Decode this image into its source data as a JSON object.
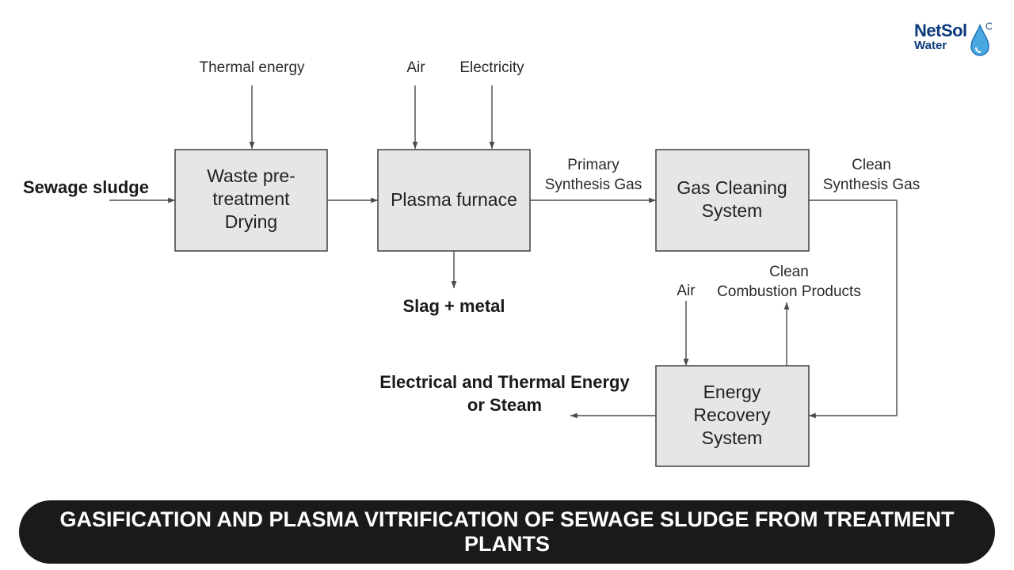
{
  "logo": {
    "line1": "NetSol",
    "line2": "Water"
  },
  "inputs": {
    "thermal_energy": "Thermal energy",
    "air_top": "Air",
    "electricity": "Electricity",
    "sewage_sludge": "Sewage sludge",
    "air_recovery": "Air"
  },
  "boxes": {
    "pretreatment": [
      "Waste pre-",
      "treatment",
      "Drying"
    ],
    "plasma_furnace": [
      "Plasma furnace"
    ],
    "gas_cleaning": [
      "Gas Cleaning",
      "System"
    ],
    "energy_recovery": [
      "Energy",
      "Recovery",
      "System"
    ]
  },
  "flows": {
    "primary_gas": [
      "Primary",
      "Synthesis Gas"
    ],
    "clean_gas": [
      "Clean",
      "Synthesis Gas"
    ],
    "clean_combustion": [
      "Clean",
      "Combustion Products"
    ],
    "slag": "Slag + metal",
    "energy_out": [
      "Electrical and Thermal Energy",
      "or Steam"
    ]
  },
  "banner": {
    "title": "GASIFICATION AND PLASMA VITRIFICATION OF SEWAGE SLUDGE FROM TREATMENT PLANTS"
  },
  "colors": {
    "box_fill": "#e6e6e6",
    "banner_bg": "#1a1a1a",
    "logo_blue": "#0b3a7a"
  }
}
